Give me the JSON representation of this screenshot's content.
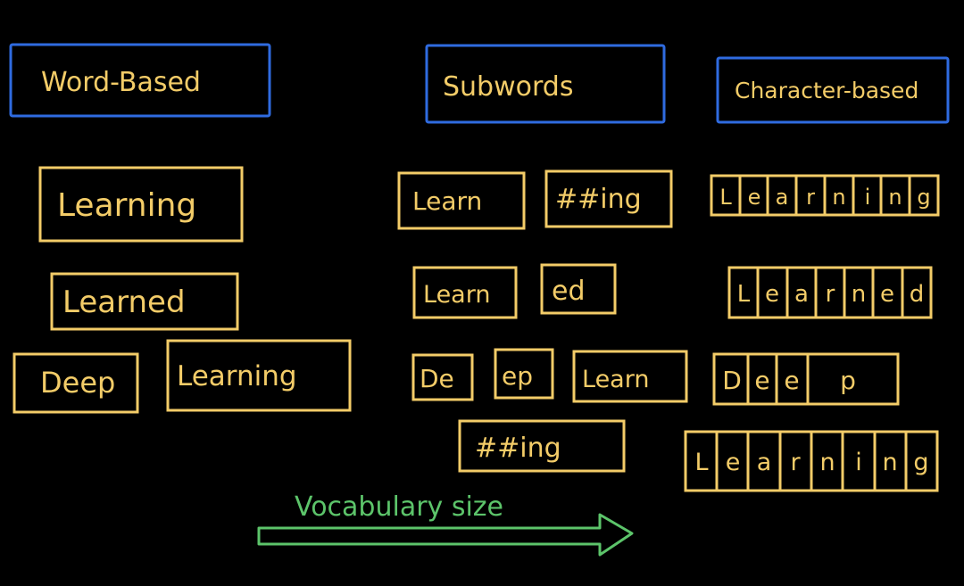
{
  "colors": {
    "background": "#000000",
    "header_box": "#2f6be0",
    "token_ink": "#f3cc68",
    "arrow_ink": "#5cc46a"
  },
  "headers": {
    "word_based": "Word-Based",
    "subwords": "Subwords",
    "character_based": "Character-based"
  },
  "word_based": {
    "learning": "Learning",
    "learned": "Learned",
    "deep": "Deep",
    "deep_learning": "Learning"
  },
  "subwords": {
    "learn_1": "Learn",
    "ing_1": "##ing",
    "learn_2": "Learn",
    "ed": "ed",
    "de": "De",
    "ep": "ep",
    "learn_3": "Learn",
    "ing_2": "##ing"
  },
  "character_based": {
    "learning": [
      "L",
      "e",
      "a",
      "r",
      "n",
      "i",
      "n",
      "g"
    ],
    "learned": [
      "L",
      "e",
      "a",
      "r",
      "n",
      "e",
      "d"
    ],
    "deep": [
      "D",
      "e",
      "e",
      "p"
    ],
    "deep_learning": [
      "L",
      "e",
      "a",
      "r",
      "n",
      "i",
      "n",
      "g"
    ]
  },
  "arrow": {
    "label": "Vocabulary size"
  }
}
